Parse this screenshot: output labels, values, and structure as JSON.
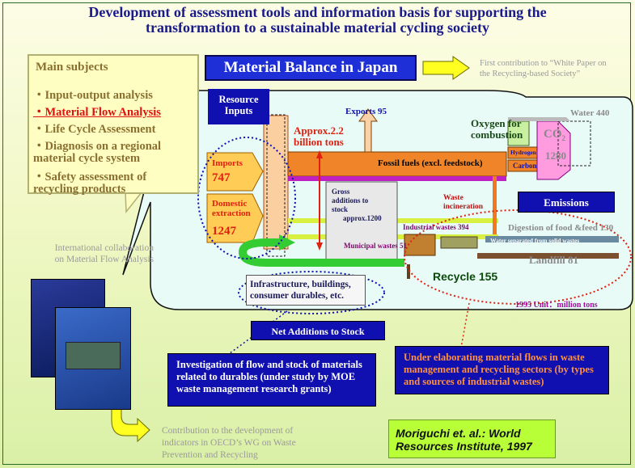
{
  "title": {
    "line1": "Development of assessment tools and information basis for supporting the",
    "line2": "transformation to a sustainable material cycling society"
  },
  "main_subjects": {
    "heading": "Main subjects",
    "items": [
      "・Input-output analysis",
      "・Material Flow Analysis",
      "・Life Cycle Assessment",
      "・Diagnosis on a regional",
      "material cycle system",
      "・Safety assessment of",
      "recycling products"
    ]
  },
  "material_balance": "Material Balance in Japan",
  "white_paper_note": {
    "line1": "First contribution to “White Paper on",
    "line2": "the Recycling-based Society”"
  },
  "international": {
    "line1": "International collaboration",
    "line2": "on Material Flow Analysis"
  },
  "oecd_note": {
    "line1": "Contribution to the development of",
    "line2": "indicators in OECD’s WG on Waste",
    "line3": "Prevention and Recycling"
  },
  "citation": {
    "line1": "Moriguchi et. al.: World",
    "line2": "Resources Institute, 1997"
  },
  "flow": {
    "resource_inputs": [
      "Resource",
      "Inputs"
    ],
    "approx": [
      "Approx.2.2",
      "billion tons"
    ],
    "exports": "Exports 95",
    "imports_label": "Imports",
    "imports_value": "747",
    "domestic_label": [
      "Domestic",
      "extraction"
    ],
    "domestic_value": "1247",
    "oxygen": [
      "Oxygen for",
      "combustion"
    ],
    "water": "Water 440",
    "co2": "CO",
    "co2_sub": "2",
    "co2_value": "1280",
    "hydrogen": "Hydrogen",
    "carbon": "Carbon",
    "fossil": "Fossil fuels (excl. feedstock)",
    "gross": [
      "Gross",
      "additions to",
      "stock",
      "approx.1200"
    ],
    "waste_incin": [
      "Waste",
      "incineration"
    ],
    "emissions": "Emissions",
    "industrial": "Industrial wastes  394",
    "digestion": "Digestion of food &feed 130",
    "municipal": "Municipal wastes 51",
    "water_sep": "Water separated from solid wastes",
    "landfill": "Landfill  81",
    "recycle": "Recycle  155",
    "infra": [
      "Infrastructure, buildings,",
      "consumer durables, etc."
    ],
    "year_unit": "1995  Unit：million tons",
    "net_additions": "Net Additions to Stock"
  },
  "investigation": {
    "text": "Investigation of flow and stock of materials related to durables (under study by MOE waste management research grants)"
  },
  "elaborating": {
    "text": "Under elaborating material flows in waste management and recycling sectors (by types and sources of  industrial wastes)"
  },
  "colors": {
    "title_blue": "#1a1a8a",
    "accent_blue": "#1010b0",
    "orange": "#f07820",
    "green_arrow": "#3bd53b",
    "magenta": "#e020e0",
    "lime": "#b8ff38"
  }
}
